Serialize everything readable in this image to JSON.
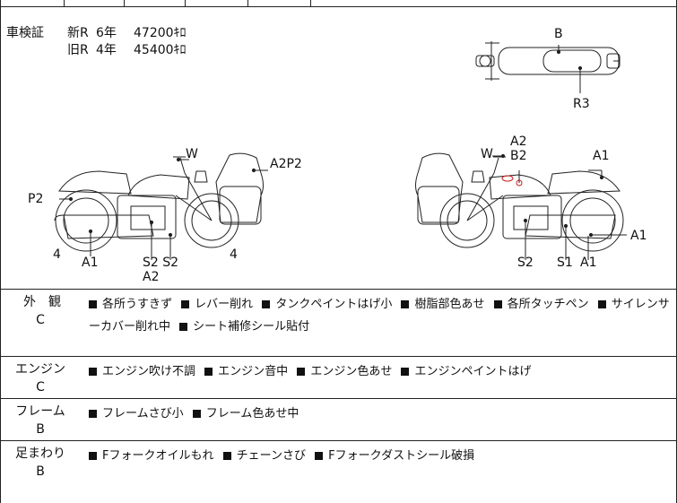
{
  "shaken": {
    "label": "車検証",
    "rows": [
      {
        "kind": "新R",
        "years": "6年",
        "price": "47200ｷﾛ"
      },
      {
        "kind": "旧R",
        "years": "4年",
        "price": "45400ｷﾛ"
      }
    ]
  },
  "diagram_labels": {
    "top_b": "B",
    "top_r3": "R3",
    "left_w": "W",
    "left_a2p2": "A2P2",
    "left_p2": "P2",
    "left_4a": "4",
    "left_a1": "A1",
    "left_s2s2": "S2 S2",
    "left_a2": "A2",
    "left_4b": "4",
    "right_w": "W",
    "right_a2": "A2",
    "right_b2": "B2",
    "right_a1_top": "A1",
    "right_a1_side": "A1",
    "right_s2": "S2",
    "right_s1": "S1",
    "right_a1_bottom": "A1"
  },
  "sections": [
    {
      "category": "外　観",
      "grade": "C",
      "items": [
        "各所うすきず",
        "レバー削れ",
        "タンクペイントはげ小",
        "樹脂部色あせ",
        "各所タッチペン",
        "サイレンサーカバー削れ中",
        "シート補修シール貼付"
      ]
    },
    {
      "category": "エンジン",
      "grade": "C",
      "items": [
        "エンジン吹け不調",
        "エンジン音中",
        "エンジン色あせ",
        "エンジンペイントはげ"
      ]
    },
    {
      "category": "フレーム",
      "grade": "B",
      "items": [
        "フレームさび小",
        "フレーム色あせ中"
      ]
    },
    {
      "category": "足まわり",
      "grade": "B",
      "items": [
        "Fフォークオイルもれ",
        "チェーンさび",
        "Fフォークダストシール破損"
      ]
    }
  ],
  "colors": {
    "line": "#222222",
    "damage_mark": "#cc2222"
  }
}
